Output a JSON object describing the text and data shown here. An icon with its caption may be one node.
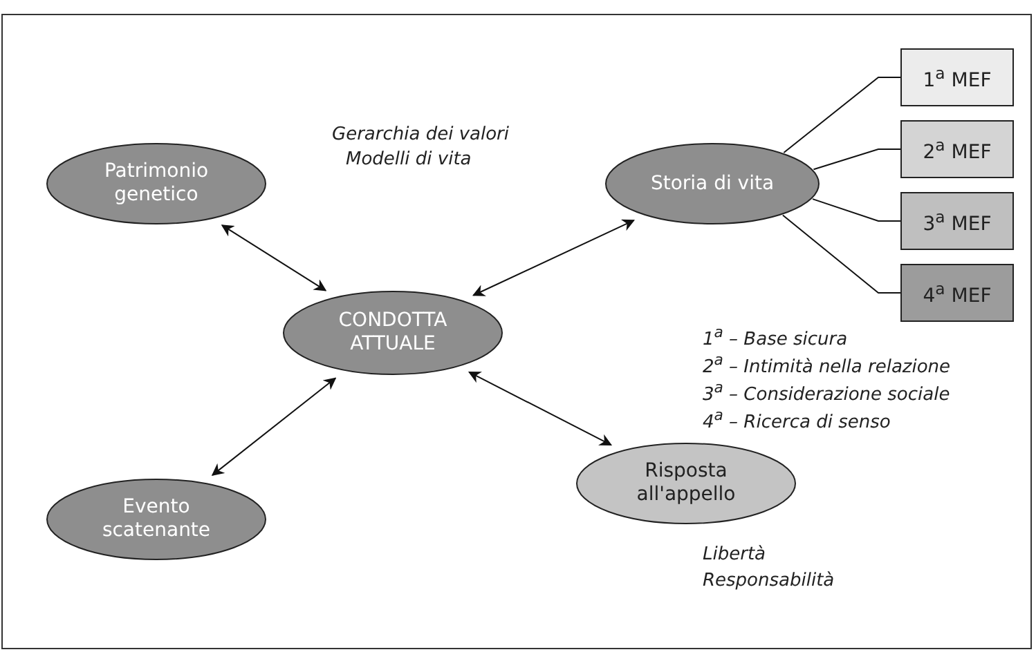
{
  "diagram": {
    "nodes": [
      {
        "text": [
          "Patrimonio genetico"
        ]
      },
      {
        "text": [
          "Storia di vita"
        ]
      },
      {
        "text": [
          "1$^{a}$ MEF"
        ]
      },
      {
        "text": [
          "2$^{a}$ MEF"
        ]
      },
      {
        "text": [
          "3$^{a}$ MEF"
        ]
      },
      {
        "text": [
          "4$^{a}$ MEF"
        ]
      },
      {
        "text": [
          "CONDOTTA ATTUALE"
        ]
      },
      {
        "text": [
          "Evento scatenante"
        ]
      },
      {
        "text": [
          "Risposta all'appello"
        ]
      }
    ],
    "edges": [
      {
        "from": 0,
        "to": 6,
        "arrow": "both"
      },
      {
        "from": 1,
        "to": 6,
        "arrow": "both"
      },
      {
        "from": 1,
        "to": 2,
        "arrow": "none"
      },
      {
        "from": 1,
        "to": 3,
        "arrow": "none"
      },
      {
        "from": 1,
        "to": 4,
        "arrow": "none"
      },
      {
        "from": 1,
        "to": 5,
        "arrow": "none"
      },
      {
        "from": 7,
        "to": 6,
        "arrow": "both"
      },
      {
        "from": 8,
        "to": 6,
        "arrow": "both"
      }
    ],
    "labels": [
      "Gerarchia dei valori",
      "Modelli di vita",
      "1$^{a}$ – Base sicura",
      "2$^{a}$ – Intimità nella relazione",
      "3$^{a}$ – Considerazione sociale",
      "4$^{a}$ – Ricerca di senso",
      "Libertà",
      "Responsabilità"
    ]
  }
}
